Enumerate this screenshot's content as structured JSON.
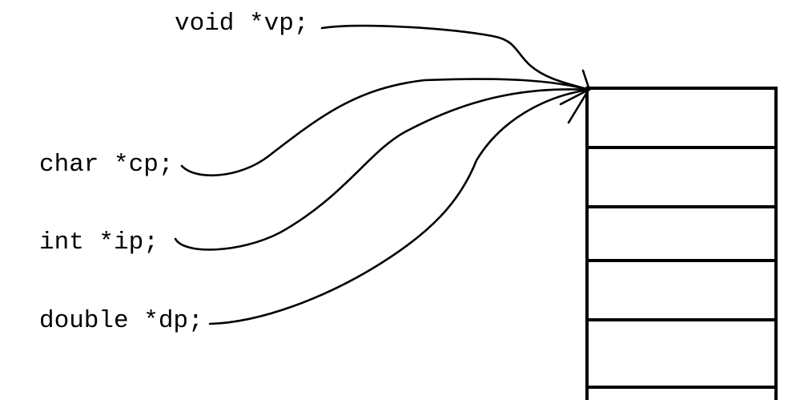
{
  "declarations": {
    "void_ptr": "void *vp;",
    "char_ptr": "char *cp;",
    "int_ptr": "int *ip;",
    "double_ptr": "double *dp;"
  },
  "memory_block": {
    "cell_count": 6
  },
  "colors": {
    "ink": "#000000",
    "background": "#ffffff"
  }
}
